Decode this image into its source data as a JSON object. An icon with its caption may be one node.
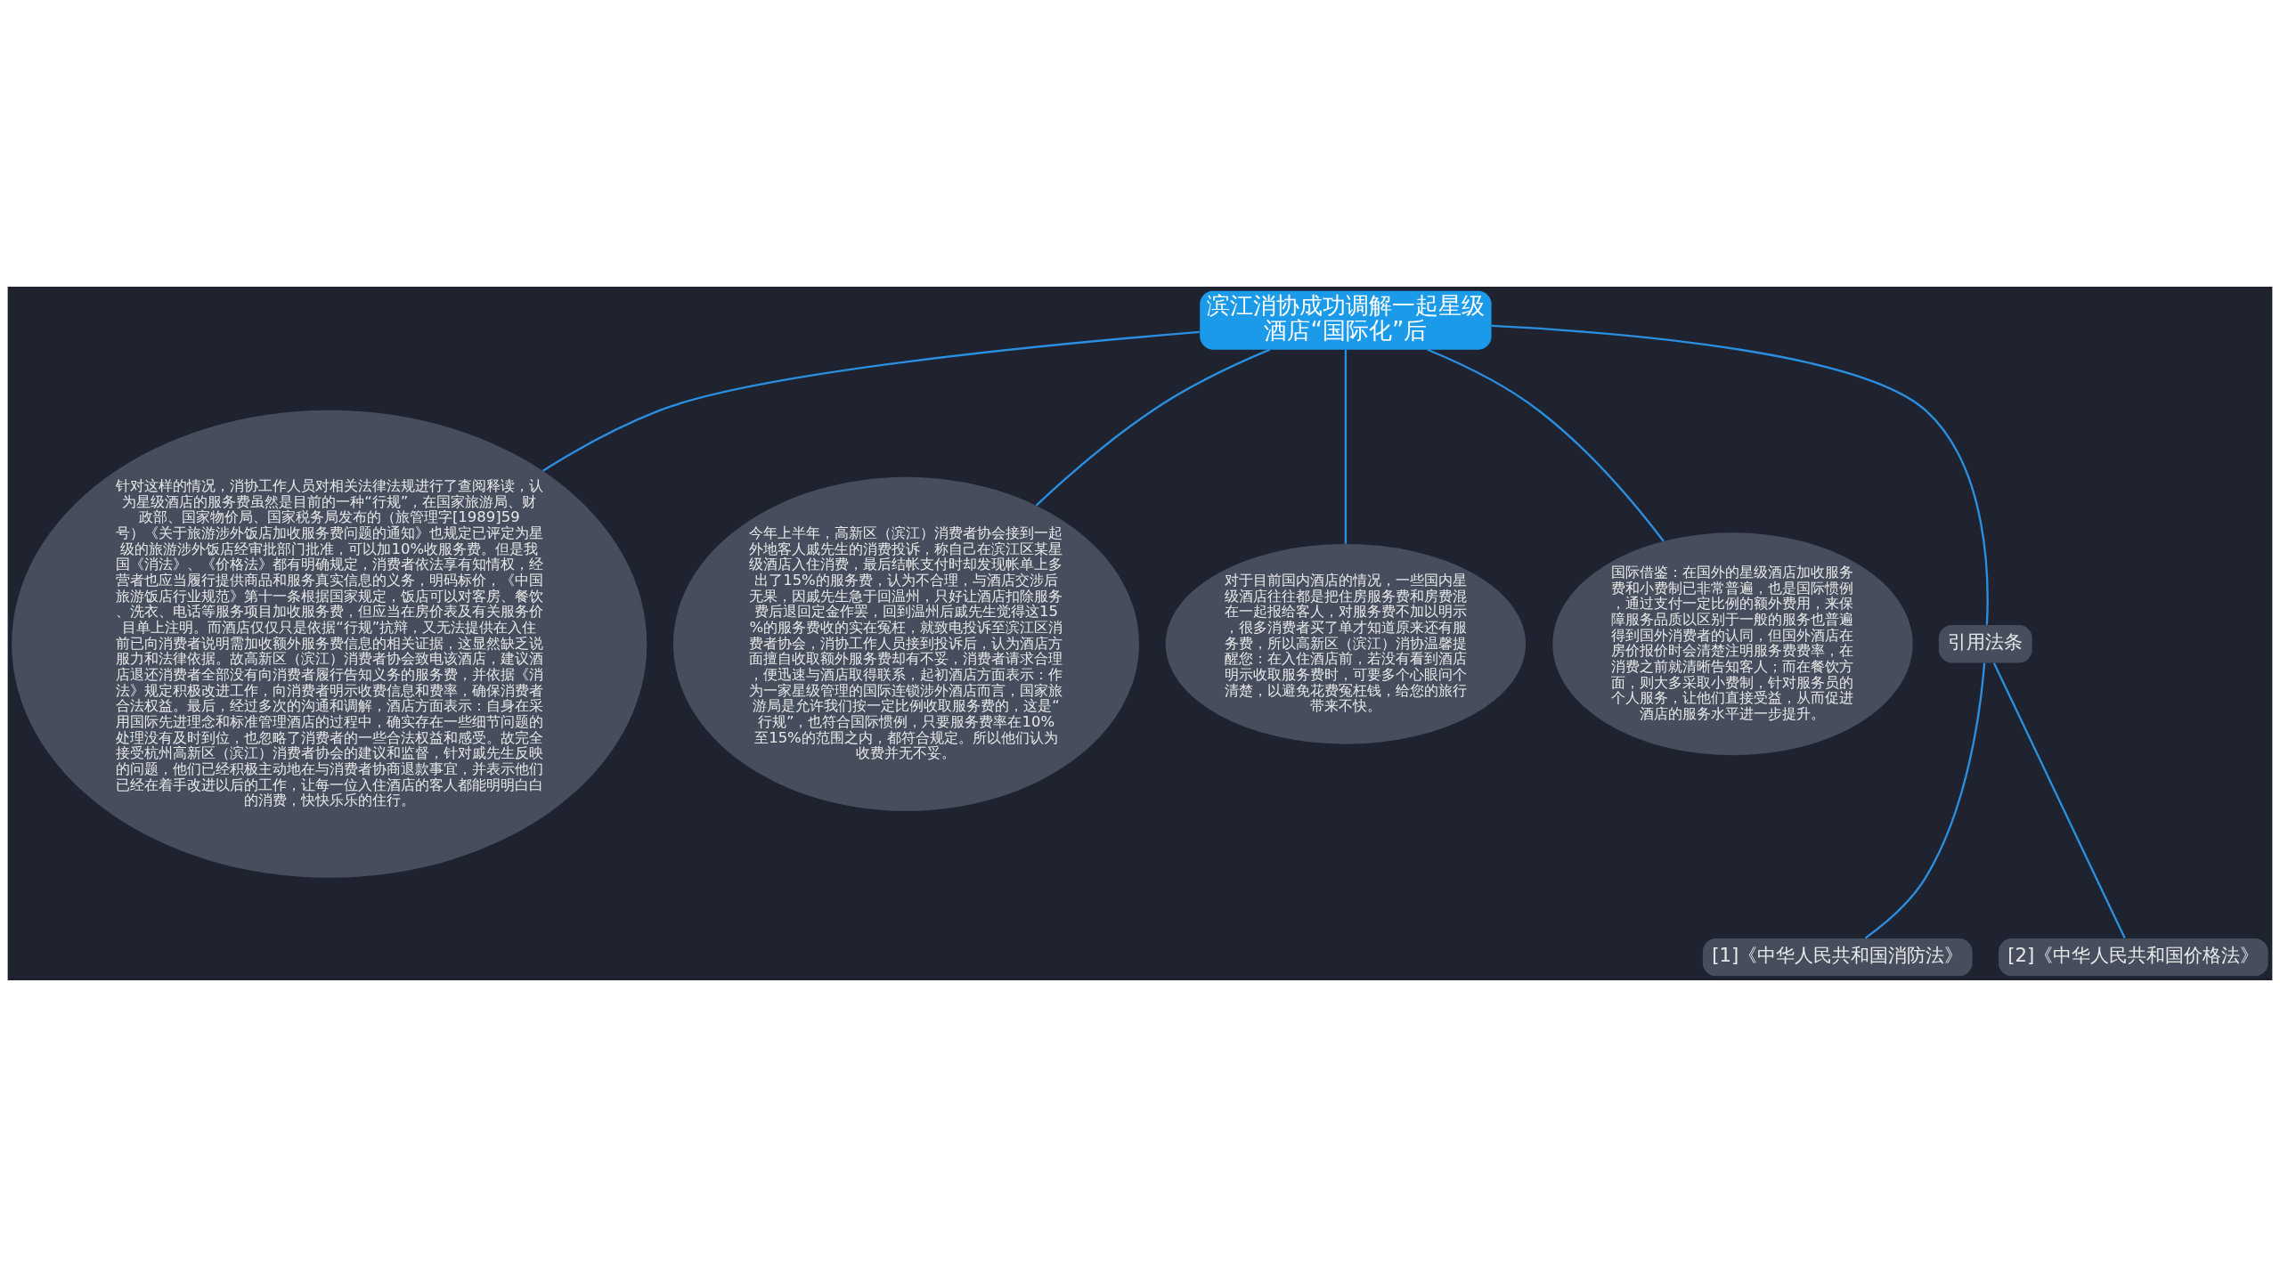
{
  "diagram": {
    "nodes": [
      {
        "text": [
          "滨江消协成功调解一起星级酒店“国际化”后"
        ]
      },
      {
        "text": [
          "针对这样的情况，消协工作人员对相关法律法规进行了查阅释读，认为星级酒店的服务费虽然是目前的一种“行规”，在国家旅游局、财政部、国家物价局、国家税务局发布的（旅管理字[1989]59号）《关于旅游涉外饭店加收服务费问题的通知》也规定已评定为星级的旅游涉外饭店经审批部门批准，可以加10%收服务费。但是我国《消法》、《价格法》都有明确规定，消费者依法享有知情权，经营者也应当履行提供商品和服务真实信息的义务，明码标价，《中国旅游饭店行业规范》第十一条根据国家规定，饭店可以对客房、餐饮、洗衣、电话等服务项目加收服务费，但应当在房价表及有关服务价目单上注明。而酒店仅仅只是依据“行规”抗辩，又无法提供在入住前已向消费者说明需加收额外服务费信息的相关证据，这显然缺乏说服力和法律依据。故高新区（滨江）消费者协会致电该酒店，建议酒店退还消费者全部没有向消费者履行告知义务的服务费，并依据《消法》规定积极改进工作，向消费者明示收费信息和费率，确保消费者合法权益。最后，经过多次的沟通和调解，酒店方面表示：自身在采用国际先进理念和标准管理酒店的过程中，确实存在一些细节问题的处理没有及时到位，也忽略了消费者的一些合法权益和感受。故完全接受杭州高新区（滨江）消费者协会的建议和监督，针对戚先生反映的问题，他们已经积极主动地在与消费者协商退款事宜，并表示他们已经在着手改进以后的工作，让每一位入住酒店的客人都能明明白白的消费，快快乐乐的住行。"
        ]
      },
      {
        "text": [
          "今年上半年，高新区（滨江）消费者协会接到一起外地客人戚先生的消费投诉，称自己在滨江区某星级酒店入住消费，最后结帐支付时却发现帐单上多出了15%的服务费，认为不合理，与酒店交涉后无果，因戚先生急于回温州，只好让酒店扣除服务费后退回定金作罢，回到温州后戚先生觉得这15%的服务费收的实在冤枉，就致电投诉至滨江区消费者协会，消协工作人员接到投诉后，认为酒店方面擅自收取额外服务费却有不妥，消费者请求合理，便迅速与酒店取得联系，起初酒店方面表示：作为一家星级管理的国际连锁涉外酒店而言，国家旅游局是允许我们按一定比例收取服务费的，这是“行规”，也符合国际惯例，只要服务费率在10%至15%的范围之内，都符合规定。所以他们认为收费并无不妥。"
        ]
      },
      {
        "text": [
          "对于目前国内酒店的情况，一些国内星级酒店往往都是把住房服务费和房费混在一起报给客人，对服务费不加以明示，很多消费者买了单才知道原来还有服务费，所以高新区（滨江）消协温馨提醒您：在入住酒店前，若没有看到酒店明示收取服务费时，可要多个心眼问个清楚，以避免花费冤枉钱，给您的旅行带来不快。"
        ]
      },
      {
        "text": [
          "国际借鉴：在国外的星级酒店加收服务费和小费制已非常普遍，也是国际惯例，通过支付一定比例的额外费用，来保障服务品质以区别于一般的服务也普遍得到国外消费者的认同，但国外酒店在房价报价时会清楚注明服务费费率，在消费之前就清晰告知客人；而在餐饮方面，则大多采取小费制，针对服务员的个人服务，让他们直接受益，从而促进酒店的服务水平进一步提升。"
        ]
      },
      {
        "text": [
          "引用法条"
        ]
      },
      {
        "text": [
          "[1]《中华人民共和国消防法》"
        ]
      },
      {
        "text": [
          "[2]《中华人民共和国价格法》"
        ]
      }
    ],
    "edges": [
      {
        "from": 0,
        "to": 1,
        "arrow": "none"
      },
      {
        "from": 0,
        "to": 2,
        "arrow": "none"
      },
      {
        "from": 0,
        "to": 3,
        "arrow": "none"
      },
      {
        "from": 0,
        "to": 4,
        "arrow": "none"
      },
      {
        "from": 0,
        "to": 5,
        "arrow": "none"
      },
      {
        "from": 5,
        "to": 6,
        "arrow": "none"
      },
      {
        "from": 5,
        "to": 7,
        "arrow": "none"
      }
    ]
  }
}
